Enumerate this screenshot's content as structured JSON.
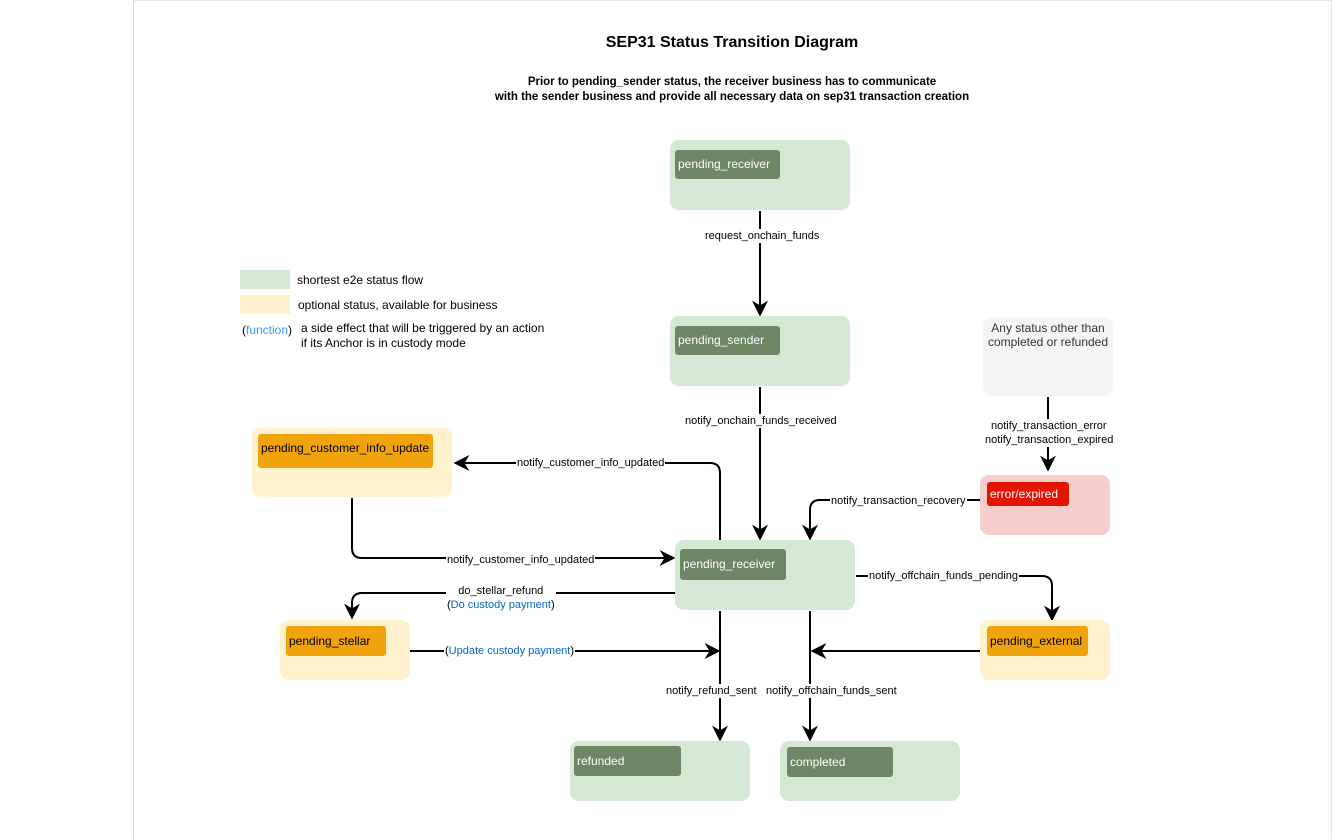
{
  "diagram": {
    "title": "SEP31 Status Transition Diagram",
    "subtitle_lines": [
      "Prior to pending_sender status, the receiver business has to communicate",
      "with the sender business and provide all necessary data on sep31 transaction creation"
    ]
  },
  "legend": {
    "green_text": "shortest e2e status flow",
    "yellow_text": "optional status, available for business",
    "fn_open": "(",
    "fn_name": "function",
    "fn_close": ")",
    "fn_desc_line1": "a side effect that will be triggered by an action",
    "fn_desc_line2": "if its Anchor is in custody mode"
  },
  "nodes": {
    "pending_receiver_top": "pending_receiver",
    "pending_sender": "pending_sender",
    "any_status_line1": "Any status other than",
    "any_status_line2": "completed or refunded",
    "error_expired": "error/expired",
    "pending_customer_info_update": "pending_customer_info_update",
    "pending_receiver_mid": "pending_receiver",
    "pending_stellar": "pending_stellar",
    "pending_external": "pending_external",
    "refunded": "refunded",
    "completed": "completed"
  },
  "edges": {
    "request_onchain_funds": "request_onchain_funds",
    "notify_onchain_funds_received": "notify_onchain_funds_received",
    "notify_transaction_error": "notify_transaction_error",
    "notify_transaction_expired": "notify_transaction_expired",
    "notify_transaction_recovery": "notify_transaction_recovery",
    "notify_customer_info_updated_top": "notify_customer_info_updated",
    "notify_customer_info_updated_bottom": "notify_customer_info_updated",
    "notify_offchain_funds_pending": "notify_offchain_funds_pending",
    "do_stellar_refund": "do_stellar_refund",
    "do_custody_payment": "Do custody payment",
    "update_custody_payment": "Update custody payment",
    "paren_open": "(",
    "paren_close": ")",
    "notify_refund_sent": "notify_refund_sent",
    "notify_offchain_funds_sent": "notify_offchain_funds_sent"
  },
  "colors": {
    "green_fill": "#d5e8d4",
    "green_tag": "#6d8764",
    "yellow_fill": "#fff2cc",
    "orange_tag": "#f0a30a",
    "red_fill": "#f8cecc",
    "red_tag": "#e51400",
    "grey_fill": "#f5f5f5",
    "function_blue": "#0066cc"
  }
}
